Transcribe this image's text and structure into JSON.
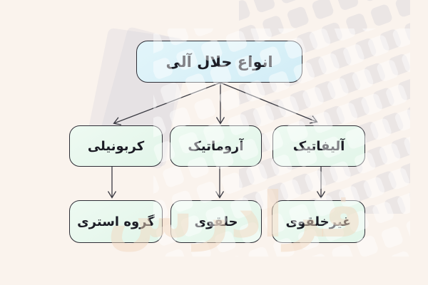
{
  "diagram": {
    "root": {
      "label": "انواع حلال آلی"
    },
    "children": [
      {
        "label": "کربونیلی"
      },
      {
        "label": "آروماتیک"
      },
      {
        "label": "آلیفاتیک"
      }
    ],
    "grandchildren": [
      {
        "label": "گروه استری"
      },
      {
        "label": "حلقوی"
      },
      {
        "label": "غیرخلقوی"
      }
    ]
  },
  "watermark": {
    "text": "فرادرس"
  },
  "colors": {
    "background": "#faf3ed",
    "root_fill": "#d2edf6",
    "root_fill_light": "#e2f5fa",
    "child_fill": "#e2f5e9",
    "child_fill_light": "#eefaf2",
    "border": "#2e2e36",
    "text": "#1c1c25",
    "arrow": "#3a3a42",
    "tile_gray": "#c9c9d6",
    "tile_white": "#ffffff",
    "watermark_tint": "#f2d7bf"
  }
}
